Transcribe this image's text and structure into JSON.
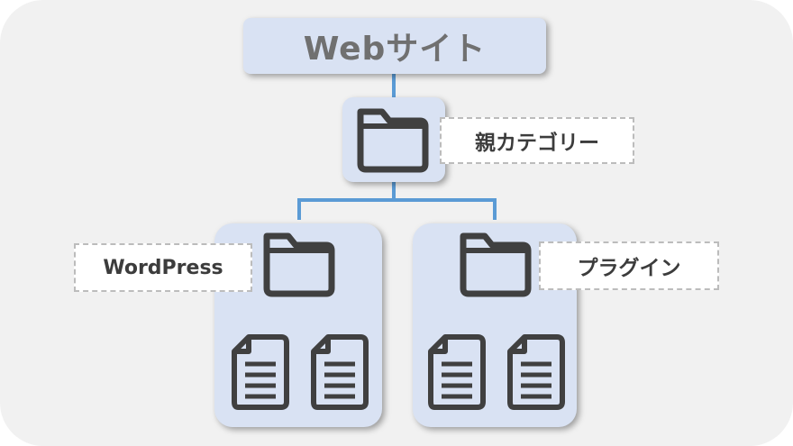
{
  "diagram": {
    "root": {
      "title": "Webサイト"
    },
    "parent_category": {
      "label": "親カテゴリー"
    },
    "children": [
      {
        "label": "WordPress",
        "documents": 2
      },
      {
        "label": "プラグイン",
        "documents": 2
      }
    ]
  },
  "colors": {
    "background": "#f1f1f1",
    "node_fill": "#d9e2f3",
    "connector": "#5b9bd5",
    "icon_stroke": "#404040",
    "title_text": "#707070"
  },
  "icons": [
    "folder-icon",
    "document-icon"
  ]
}
